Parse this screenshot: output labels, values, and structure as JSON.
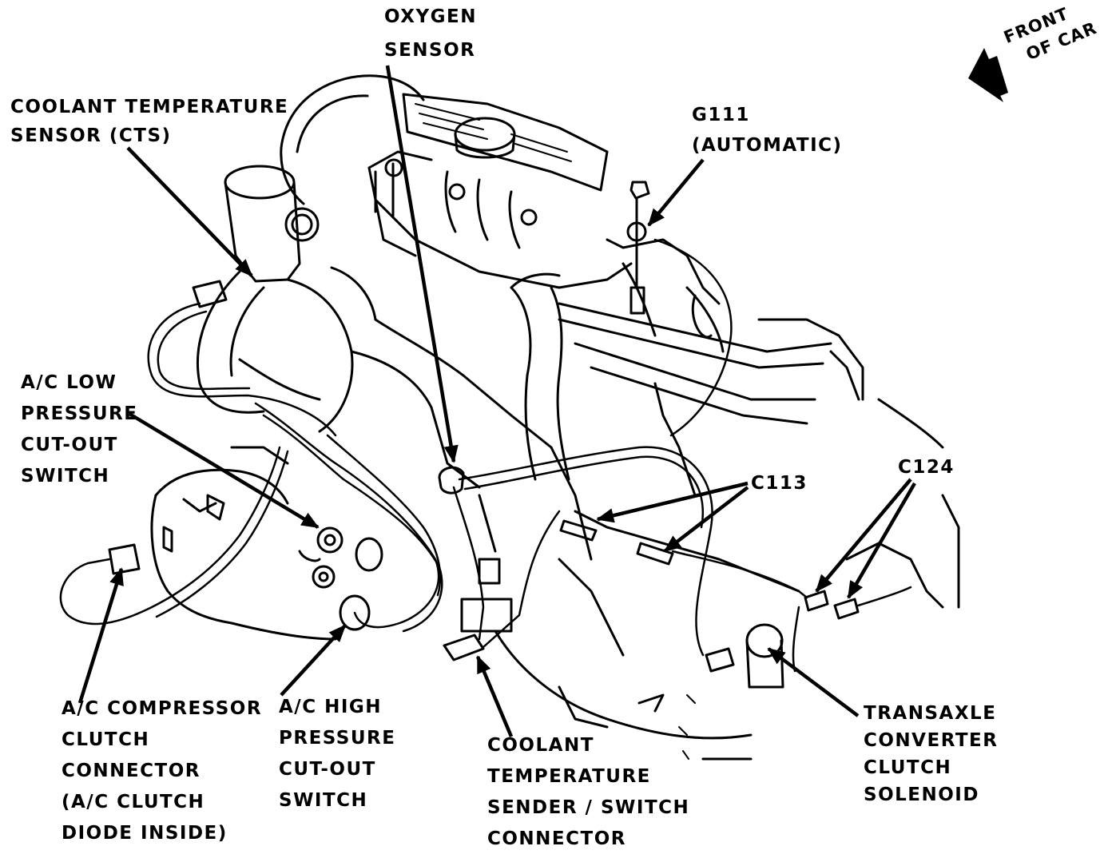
{
  "labels": {
    "oxygen_sensor": [
      "OXYGEN",
      "SENSOR"
    ],
    "cts": [
      "COOLANT TEMPERATURE",
      "SENSOR (CTS)"
    ],
    "g111": [
      "G111",
      "(AUTOMATIC)"
    ],
    "ac_low": [
      "A/C LOW",
      "PRESSURE",
      "CUT-OUT",
      "SWITCH"
    ],
    "c113": "C113",
    "c124": "C124",
    "ac_compressor": [
      "A/C COMPRESSOR",
      "CLUTCH",
      "CONNECTOR",
      "(A/C CLUTCH",
      "DIODE INSIDE)"
    ],
    "ac_high": [
      "A/C HIGH",
      "PRESSURE",
      "CUT-OUT",
      "SWITCH"
    ],
    "coolant_sender": [
      "COOLANT",
      "TEMPERATURE",
      "SENDER / SWITCH",
      "CONNECTOR"
    ],
    "transaxle": [
      "TRANSAXLE",
      "CONVERTER",
      "CLUTCH",
      "SOLENOID"
    ],
    "front_of_car": [
      "FRONT",
      "OF CAR"
    ]
  },
  "icons": {
    "front_arrow": "direction-arrow-icon"
  }
}
